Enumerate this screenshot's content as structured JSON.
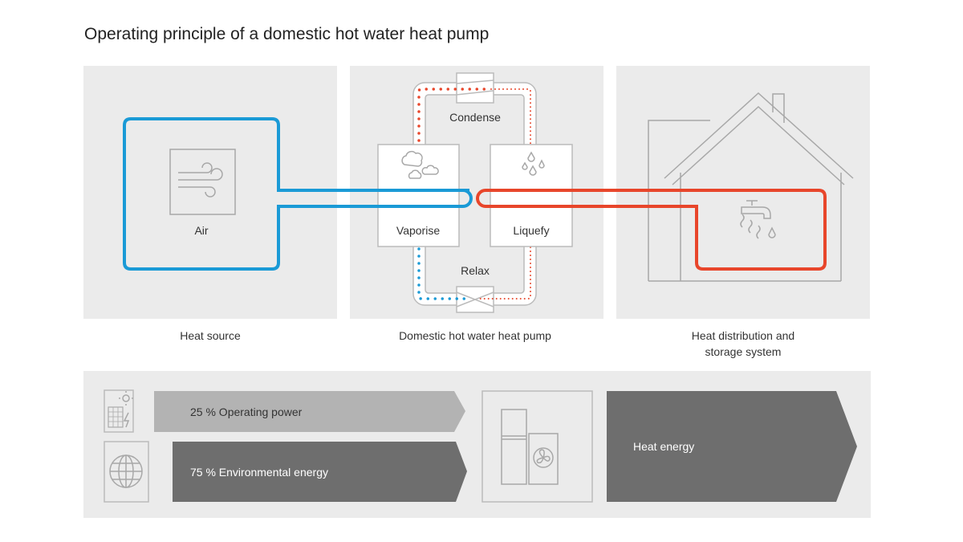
{
  "title": "Operating principle of a domestic hot water heat pump",
  "panels": {
    "source": {
      "inner_label": "Air",
      "caption": "Heat source"
    },
    "pump": {
      "condense": "Condense",
      "vaporise": "Vaporise",
      "liquefy": "Liquefy",
      "relax": "Relax",
      "caption": "Domestic hot water heat pump"
    },
    "distribution": {
      "caption_line1": "Heat distribution and",
      "caption_line2": "storage system"
    }
  },
  "energy": {
    "operating_power": "25 % Operating power",
    "environmental": "75 % Environmental energy",
    "heat": "Heat energy",
    "operating_share_percent": 25,
    "environmental_share_percent": 75
  },
  "colors": {
    "cold": "#1a9ad6",
    "hot": "#e8462b",
    "panel": "#ebebeb",
    "light_arrow": "#b3b3b3",
    "dark_arrow": "#6e6e6e"
  }
}
